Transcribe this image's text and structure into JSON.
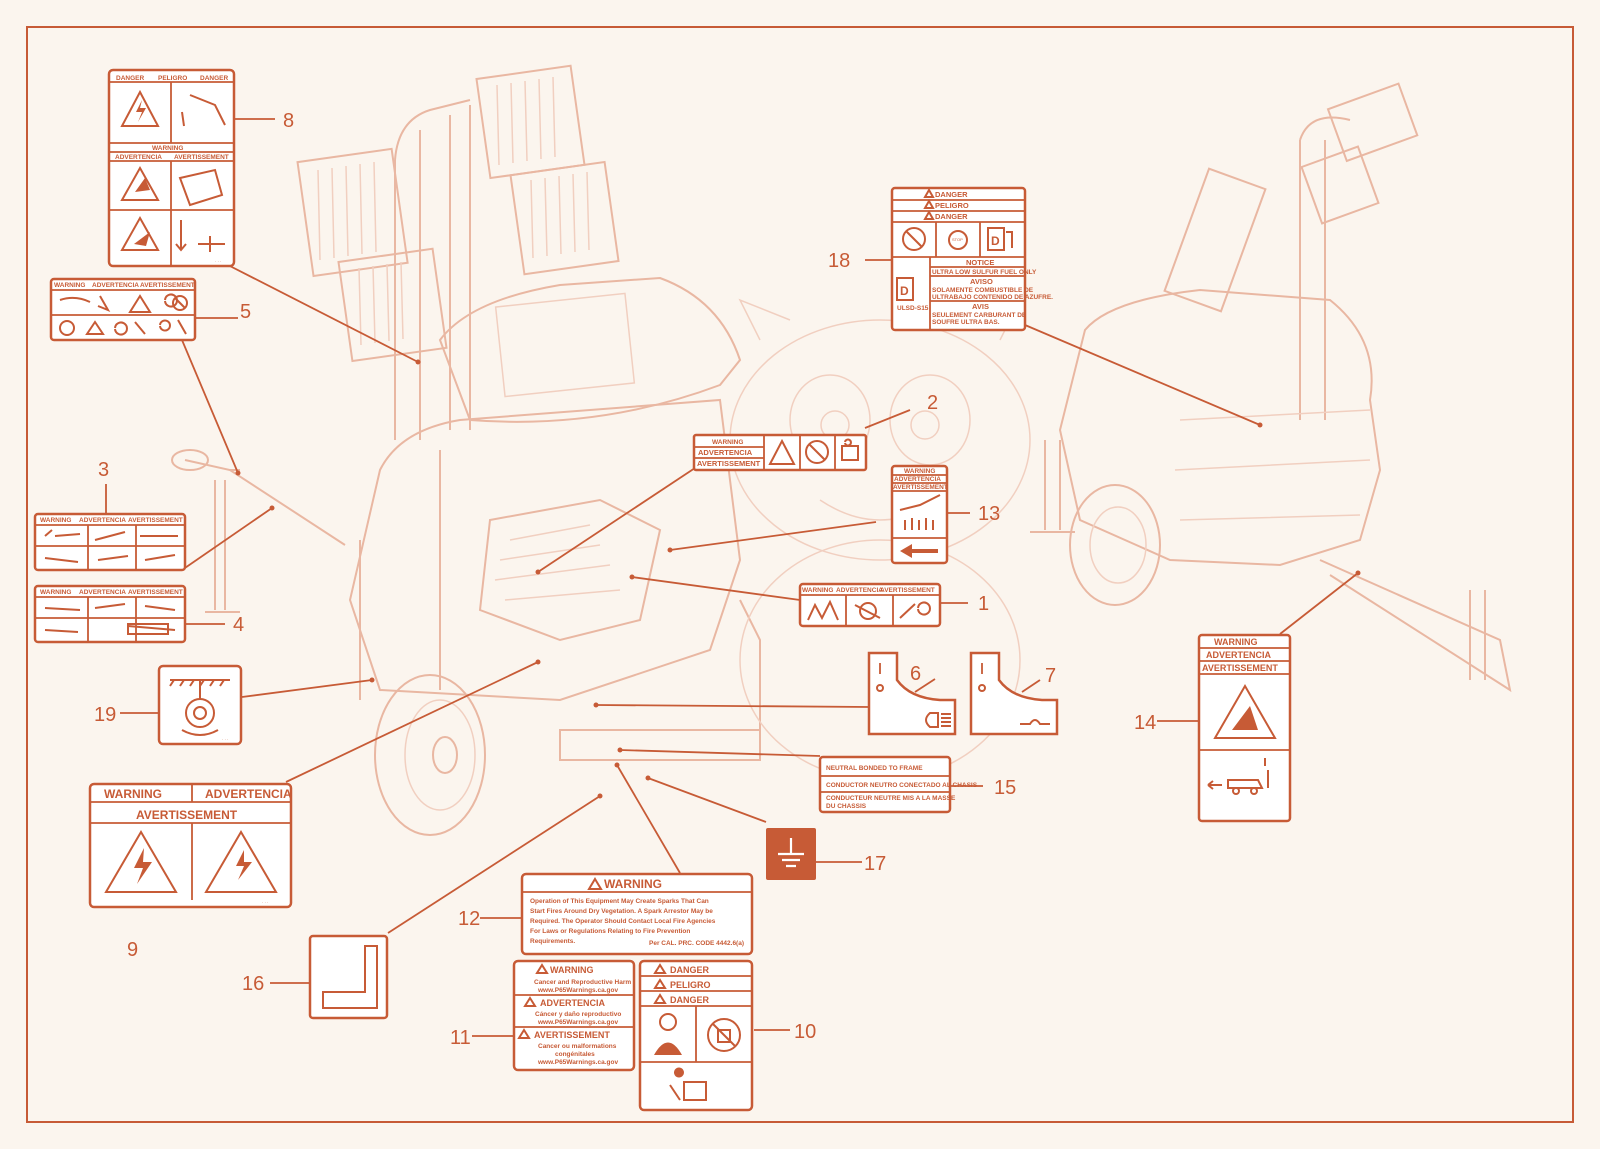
{
  "colors": {
    "accent": "#c75b36",
    "background": "#fbf5ee",
    "ghost": "#e9b7a2"
  },
  "callouts": [
    "1",
    "2",
    "3",
    "4",
    "5",
    "6",
    "7",
    "8",
    "9",
    "10",
    "11",
    "12",
    "13",
    "14",
    "15",
    "16",
    "17",
    "18",
    "19"
  ],
  "labels": {
    "danger": "DANGER",
    "peligro": "PELIGRO",
    "warning": "WARNING",
    "advertencia": "ADVERTENCIA",
    "avertissement": "AVERTISSEMENT",
    "stop": "STOP",
    "notice": "NOTICE",
    "aviso": "AVISO",
    "avis": "AVIS",
    "ulsd": "ULSD-S15",
    "en_fuel": "ULTRA LOW SULFUR FUEL ONLY",
    "es_fuel_1": "SOLAMENTE COMBUSTIBLE DE",
    "es_fuel_2": "ULTRABAJO CONTENIDO DE AZUFRE.",
    "fr_fuel_1": "SEULEMENT CARBURANT DE",
    "fr_fuel_2": "SOUFRE ULTRA BAS.",
    "neutral_en": "NEUTRAL BONDED TO FRAME",
    "neutral_es": "CONDUCTOR NEUTRO CONECTADO AL CHASIS",
    "neutral_fr_1": "CONDUCTEUR NEUTRE MIS A LA MASSE",
    "neutral_fr_2": "DU CHASSIS",
    "spark_1": "Operation of This Equipment May Create Sparks That Can",
    "spark_2": "Start Fires Around Dry Vegetation. A Spark Arrestor May be",
    "spark_3": "Required. The Operator Should Contact Local Fire Agencies",
    "spark_4": "For Laws or Regulations Relating to Fire Prevention",
    "spark_5": "Requirements.",
    "spark_code": "Per CAL. PRC. CODE 4442.6(a)",
    "p65_en": "Cancer and Reproductive Harm",
    "p65_url": "www.P65Warnings.ca.gov",
    "p65_es": "Cáncer y daño reproductivo",
    "p65_fr_1": "Cancer ou malformations",
    "p65_fr_2": "congénitales"
  }
}
